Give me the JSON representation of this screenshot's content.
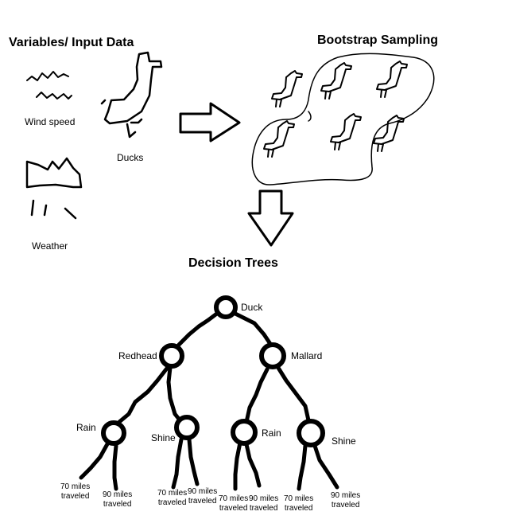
{
  "headings": {
    "variables": "Variables/ Input Data",
    "bootstrap": "Bootstrap Sampling",
    "trees": "Decision Trees"
  },
  "inputs": {
    "wind_speed": "Wind speed",
    "ducks": "Ducks",
    "weather": "Weather"
  },
  "tree": {
    "root": "Duck",
    "left": "Redhead",
    "right": "Mallard",
    "ll": "Rain",
    "lr": "Shine",
    "rl": "Rain",
    "rr": "Shine",
    "leaf_70": [
      "70 miles",
      "traveled"
    ],
    "leaf_90": [
      "90 miles",
      "traveled"
    ]
  },
  "icons": {
    "wind": "wind-squiggle-icon",
    "duck": "duck-icon",
    "cloud": "cloud-rain-icon",
    "arrow_right": "right-arrow-icon",
    "arrow_down": "down-arrow-icon"
  }
}
